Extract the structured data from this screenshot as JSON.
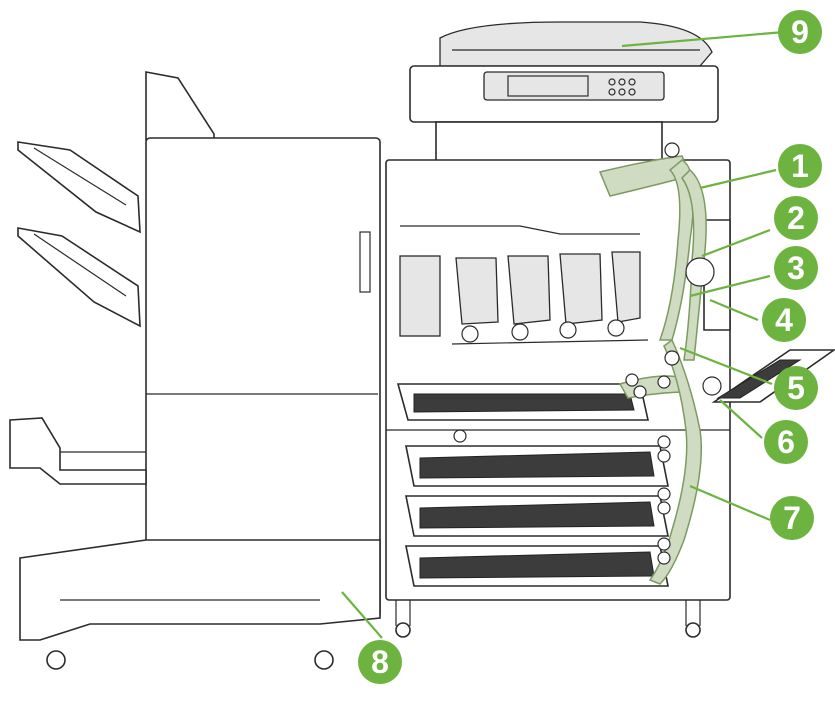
{
  "callouts": [
    {
      "label": "1"
    },
    {
      "label": "2"
    },
    {
      "label": "3"
    },
    {
      "label": "4"
    },
    {
      "label": "5"
    },
    {
      "label": "6"
    },
    {
      "label": "7"
    },
    {
      "label": "8"
    },
    {
      "label": "9"
    }
  ],
  "colors": {
    "callout": "#6cb33f",
    "paper_path": "#cfdcc2",
    "outline": "#2b2b2b",
    "background": "#ffffff"
  }
}
